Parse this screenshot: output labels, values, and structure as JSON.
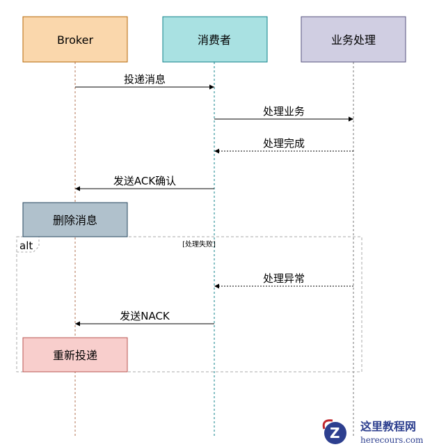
{
  "participants": [
    {
      "label": "Broker",
      "fill": "#fad7ac",
      "stroke": "#b46504",
      "line": "#b07050"
    },
    {
      "label": "消费者",
      "fill": "#a9e1e2",
      "stroke": "#0e8088",
      "line": "#0e8088"
    },
    {
      "label": "业务处理",
      "fill": "#d0cee2",
      "stroke": "#56517e",
      "line": "#777777"
    }
  ],
  "messages": [
    {
      "label": "投递消息",
      "from": 0,
      "to": 1,
      "style": "solid"
    },
    {
      "label": "处理业务",
      "from": 1,
      "to": 2,
      "style": "solid"
    },
    {
      "label": "处理完成",
      "from": 2,
      "to": 1,
      "style": "dashed"
    },
    {
      "label": "发送ACK确认",
      "from": 1,
      "to": 0,
      "style": "solid"
    },
    {
      "label": "处理异常",
      "from": 2,
      "to": 1,
      "style": "dashed"
    },
    {
      "label": "发送NACK",
      "from": 1,
      "to": 0,
      "style": "solid"
    }
  ],
  "actions": [
    {
      "label": "删除消息",
      "fill": "#b0c1cc",
      "stroke": "#23445d"
    },
    {
      "label": "重新投递",
      "fill": "#f8cecc",
      "stroke": "#b85450"
    }
  ],
  "alt_frame": {
    "label": "alt",
    "condition": "[处理失败]"
  },
  "watermark": {
    "title": "这里教程网",
    "url": "herecours.com"
  }
}
